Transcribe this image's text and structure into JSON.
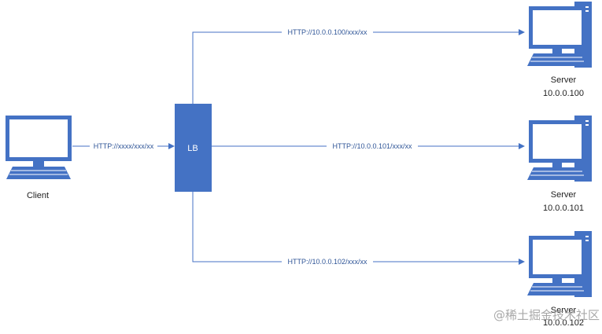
{
  "client": {
    "label": "Client"
  },
  "lb": {
    "label": "LB"
  },
  "requests": {
    "client_to_lb": "HTTP://xxxx/xxx/xx",
    "to_server_1": "HTTP://10.0.0.100/xxx/xx",
    "to_server_2": "HTTP://10.0.0.101/xxx/xx",
    "to_server_3": "HTTP://10.0.0.102/xxx/xx"
  },
  "servers": [
    {
      "name": "Server",
      "ip": "10.0.0.100"
    },
    {
      "name": "Server",
      "ip": "10.0.0.101"
    },
    {
      "name": "Server",
      "ip": "10.0.0.102"
    }
  ],
  "watermark": "@稀土掘金技术社区",
  "colors": {
    "accent": "#4472c4",
    "accent_dark": "#2f5597",
    "screen": "#ffffff"
  }
}
